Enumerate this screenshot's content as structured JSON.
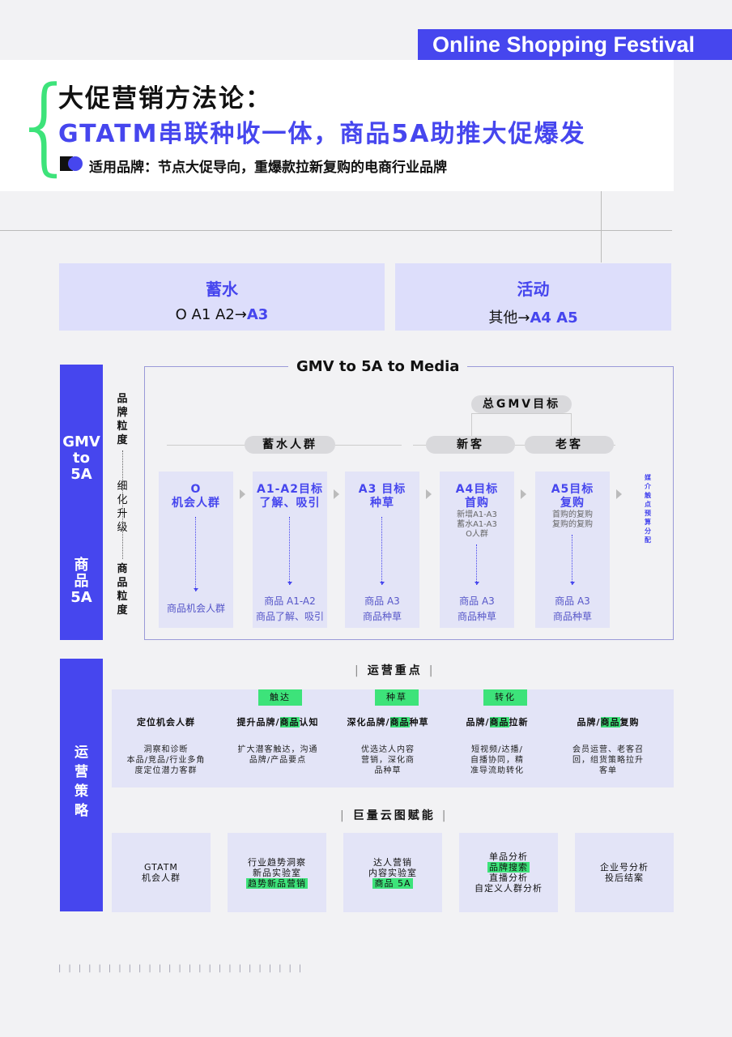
{
  "banner": "Online Shopping Festival",
  "header": {
    "title": "大促营销方法论：",
    "subtitle": "GTATM串联种收一体，商品5A助推大促爆发",
    "applies": "适用品牌：节点大促导向，重爆款拉新复购的电商行业品牌"
  },
  "phases": [
    {
      "title": "蓄水",
      "pre": "O A1 A2→",
      "hl": "A3"
    },
    {
      "title": "活动",
      "pre": "其他→",
      "hl": "A4 A5"
    }
  ],
  "gmv": {
    "side_top": "GMV to 5A",
    "side_bottom": "商品5A",
    "frame_title": "GMV to 5A to Media",
    "brand": "品牌粒度",
    "refine": "细化升级",
    "product": "商品粒度",
    "total": "总GMV目标",
    "group1": "蓄水人群",
    "group2": "新客",
    "group3": "老客",
    "media": "媒介触点预算分配",
    "cols": [
      {
        "h1": "O",
        "h2": "机会人群",
        "sub": [],
        "b1": "商品机会人群",
        "b2": ""
      },
      {
        "h1": "A1-A2目标",
        "h2": "了解、吸引",
        "sub": [],
        "b1": "商品 A1-A2",
        "b2": "商品了解、吸引"
      },
      {
        "h1": "A3 目标",
        "h2": "种草",
        "sub": [],
        "b1": "商品 A3",
        "b2": "商品种草"
      },
      {
        "h1": "A4目标",
        "h2": "首购",
        "sub": [
          "新增A1-A3",
          "蓄水A1-A3",
          "O人群"
        ],
        "b1": "商品 A3",
        "b2": "商品种草"
      },
      {
        "h1": "A5目标",
        "h2": "复购",
        "sub": [
          "首购的复购",
          "复购的复购"
        ],
        "b1": "商品 A3",
        "b2": "商品种草"
      }
    ]
  },
  "ops": {
    "side": "运营策略",
    "section": "运营重点",
    "badges": [
      "触达",
      "种草",
      "转化"
    ],
    "items": [
      {
        "pre": "定位机会人群",
        "hl": "",
        "post": "",
        "desc": [
          "洞察和诊断",
          "本品/竞品/行业多角",
          "度定位潜力客群"
        ]
      },
      {
        "pre": "提升品牌/",
        "hl": "商品",
        "post": "认知",
        "desc": [
          "扩大潜客触达，沟通",
          "品牌/产品要点"
        ]
      },
      {
        "pre": "深化品牌/",
        "hl": "商品",
        "post": "种草",
        "desc": [
          "优选达人内容",
          "营销，深化商",
          "品种草"
        ]
      },
      {
        "pre": "品牌/",
        "hl": "商品",
        "post": "拉新",
        "desc": [
          "短视频/达播/",
          "自播协同，精",
          "准导流助转化"
        ]
      },
      {
        "pre": "品牌/",
        "hl": "商品",
        "post": "复购",
        "desc": [
          "会员运营、老客召",
          "回，组货策略拉升",
          "客单"
        ]
      }
    ]
  },
  "tools": {
    "section": "巨量云图赋能",
    "items": [
      [
        {
          "t": "GTATM"
        },
        {
          "t": "机会人群"
        }
      ],
      [
        {
          "t": "行业趋势洞察"
        },
        {
          "t": "新品实验室"
        },
        {
          "t": "趋势新品营销",
          "hl": true
        }
      ],
      [
        {
          "t": "达人营销"
        },
        {
          "t": "内容实验室"
        },
        {
          "t": "商品 5A",
          "hl": true
        }
      ],
      [
        {
          "t": "单品分析"
        },
        {
          "t": "品牌搜索",
          "hl": true
        },
        {
          "t": "直播分析"
        },
        {
          "t": "自定义人群分析"
        }
      ],
      [
        {
          "t": "企业号分析"
        },
        {
          "t": "投后结案"
        }
      ]
    ]
  },
  "colors": {
    "blue": "#4646ee",
    "green": "#3de37a",
    "lavender": "#e3e4f7"
  }
}
